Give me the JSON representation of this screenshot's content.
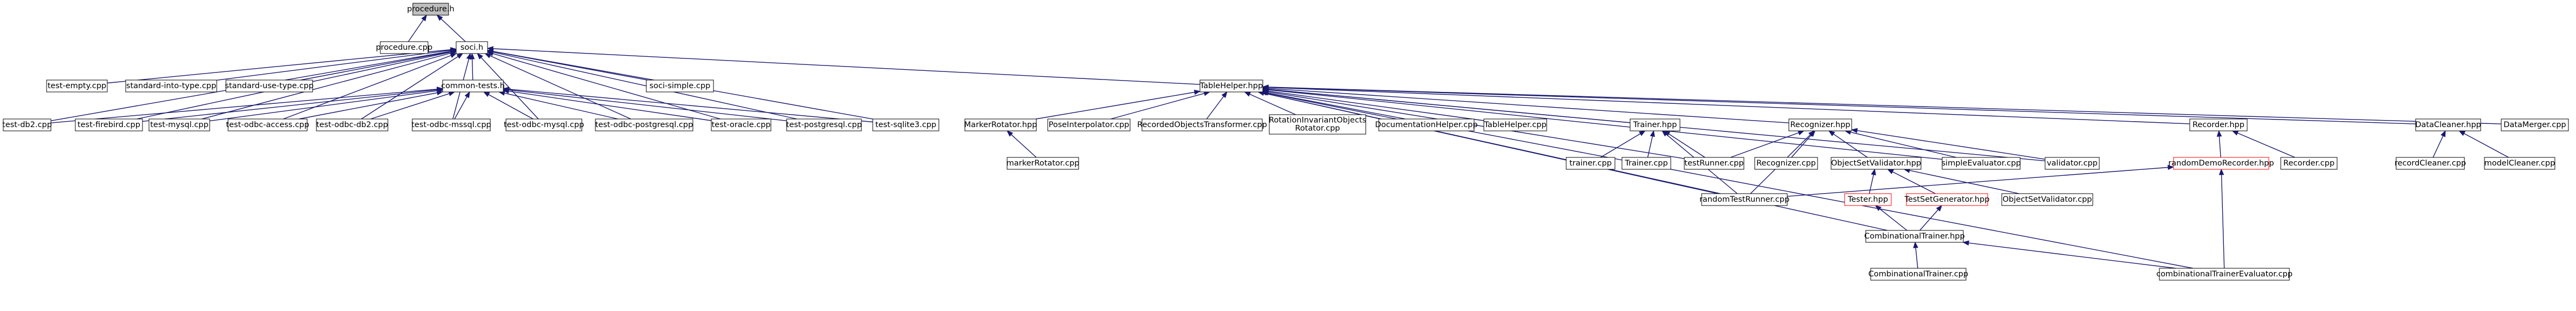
{
  "graph": {
    "colors": {
      "edge": "#191970",
      "node_border": "#000000",
      "node_fill": "#ffffff",
      "root_fill": "#bfbfbf",
      "incomplete_border": "#ff0000"
    },
    "nodes": [
      {
        "id": "procedure_h",
        "label": "procedure.h",
        "style": "root"
      },
      {
        "id": "procedure_cpp",
        "label": "procedure.cpp"
      },
      {
        "id": "soci_h",
        "label": "soci.h"
      },
      {
        "id": "test_empty",
        "label": "test-empty.cpp"
      },
      {
        "id": "std_into",
        "label": "standard-into-type.cpp"
      },
      {
        "id": "std_use",
        "label": "standard-use-type.cpp"
      },
      {
        "id": "common_tests",
        "label": "common-tests.h"
      },
      {
        "id": "soci_simple",
        "label": "soci-simple.cpp"
      },
      {
        "id": "test_db2",
        "label": "test-db2.cpp"
      },
      {
        "id": "test_firebird",
        "label": "test-firebird.cpp"
      },
      {
        "id": "test_mysql",
        "label": "test-mysql.cpp"
      },
      {
        "id": "test_odbc_access",
        "label": "test-odbc-access.cpp"
      },
      {
        "id": "test_odbc_db2",
        "label": "test-odbc-db2.cpp"
      },
      {
        "id": "test_odbc_mssql",
        "label": "test-odbc-mssql.cpp"
      },
      {
        "id": "test_odbc_mysql",
        "label": "test-odbc-mysql.cpp"
      },
      {
        "id": "test_odbc_pg",
        "label": "test-odbc-postgresql.cpp"
      },
      {
        "id": "test_oracle",
        "label": "test-oracle.cpp"
      },
      {
        "id": "test_pg",
        "label": "test-postgresql.cpp"
      },
      {
        "id": "test_sqlite3",
        "label": "test-sqlite3.cpp"
      },
      {
        "id": "tablehelper_hpp",
        "label": "TableHelper.hpp"
      },
      {
        "id": "markerrotator_hpp",
        "label": "MarkerRotator.hpp"
      },
      {
        "id": "markerrotator_cpp",
        "label": "markerRotator.cpp"
      },
      {
        "id": "poseinterpolator",
        "label": "PoseInterpolator.cpp"
      },
      {
        "id": "recorded_transformer",
        "label": "RecordedObjectsTransformer.cpp"
      },
      {
        "id": "rotation_invariant",
        "label": [
          "RotationInvariantObjects",
          "Rotator.cpp"
        ]
      },
      {
        "id": "documentation_helper",
        "label": "DocumentationHelper.cpp"
      },
      {
        "id": "tablehelper_cpp",
        "label": "TableHelper.cpp"
      },
      {
        "id": "trainer_hpp",
        "label": "Trainer.hpp"
      },
      {
        "id": "trainer_lc",
        "label": "trainer.cpp"
      },
      {
        "id": "trainer_uc",
        "label": "Trainer.cpp"
      },
      {
        "id": "testrunner",
        "label": "testRunner.cpp"
      },
      {
        "id": "recognizer_hpp",
        "label": "Recognizer.hpp"
      },
      {
        "id": "recognizer_cpp",
        "label": "Recognizer.cpp"
      },
      {
        "id": "osv_hpp",
        "label": "ObjectSetValidator.hpp"
      },
      {
        "id": "simple_evaluator",
        "label": "simpleEvaluator.cpp"
      },
      {
        "id": "validator",
        "label": "validator.cpp"
      },
      {
        "id": "tester_hpp",
        "label": "Tester.hpp",
        "style": "incomplete"
      },
      {
        "id": "tsg_hpp",
        "label": "TestSetGenerator.hpp",
        "style": "incomplete"
      },
      {
        "id": "osv_cpp",
        "label": "ObjectSetValidator.cpp"
      },
      {
        "id": "random_test_runner",
        "label": "randomTestRunner.cpp"
      },
      {
        "id": "combinational_hpp",
        "label": "CombinationalTrainer.hpp"
      },
      {
        "id": "combinational_cpp",
        "label": "CombinationalTrainer.cpp"
      },
      {
        "id": "combinational_eval",
        "label": "combinationalTrainerEvaluator.cpp"
      },
      {
        "id": "recorder_hpp",
        "label": "Recorder.hpp"
      },
      {
        "id": "random_demo_recorder",
        "label": "randomDemoRecorder.hpp",
        "style": "incomplete"
      },
      {
        "id": "recorder_cpp",
        "label": "Recorder.cpp"
      },
      {
        "id": "datacleaner_hpp",
        "label": "DataCleaner.hpp"
      },
      {
        "id": "recordcleaner",
        "label": "recordCleaner.cpp"
      },
      {
        "id": "modelcleaner",
        "label": "modelCleaner.cpp"
      },
      {
        "id": "datamerger",
        "label": "DataMerger.cpp"
      }
    ],
    "edges": [
      [
        "procedure_cpp",
        "procedure_h"
      ],
      [
        "soci_h",
        "procedure_h"
      ],
      [
        "test_empty",
        "soci_h"
      ],
      [
        "std_into",
        "soci_h"
      ],
      [
        "std_use",
        "soci_h"
      ],
      [
        "common_tests",
        "soci_h"
      ],
      [
        "soci_simple",
        "soci_h"
      ],
      [
        "tablehelper_hpp",
        "soci_h"
      ],
      [
        "test_db2",
        "soci_h"
      ],
      [
        "test_firebird",
        "soci_h"
      ],
      [
        "test_mysql",
        "soci_h"
      ],
      [
        "test_odbc_access",
        "soci_h"
      ],
      [
        "test_odbc_db2",
        "soci_h"
      ],
      [
        "test_odbc_mssql",
        "soci_h"
      ],
      [
        "test_odbc_mysql",
        "soci_h"
      ],
      [
        "test_odbc_pg",
        "soci_h"
      ],
      [
        "test_oracle",
        "soci_h"
      ],
      [
        "test_pg",
        "soci_h"
      ],
      [
        "test_sqlite3",
        "soci_h"
      ],
      [
        "test_db2",
        "common_tests"
      ],
      [
        "test_firebird",
        "common_tests"
      ],
      [
        "test_mysql",
        "common_tests"
      ],
      [
        "test_odbc_access",
        "common_tests"
      ],
      [
        "test_odbc_db2",
        "common_tests"
      ],
      [
        "test_odbc_mssql",
        "common_tests"
      ],
      [
        "test_odbc_mysql",
        "common_tests"
      ],
      [
        "test_odbc_pg",
        "common_tests"
      ],
      [
        "test_oracle",
        "common_tests"
      ],
      [
        "test_pg",
        "common_tests"
      ],
      [
        "test_sqlite3",
        "common_tests"
      ],
      [
        "markerrotator_hpp",
        "tablehelper_hpp"
      ],
      [
        "poseinterpolator",
        "tablehelper_hpp"
      ],
      [
        "recorded_transformer",
        "tablehelper_hpp"
      ],
      [
        "rotation_invariant",
        "tablehelper_hpp"
      ],
      [
        "documentation_helper",
        "tablehelper_hpp"
      ],
      [
        "tablehelper_cpp",
        "tablehelper_hpp"
      ],
      [
        "trainer_hpp",
        "tablehelper_hpp"
      ],
      [
        "testrunner",
        "tablehelper_hpp"
      ],
      [
        "recognizer_hpp",
        "tablehelper_hpp"
      ],
      [
        "simple_evaluator",
        "tablehelper_hpp"
      ],
      [
        "validator",
        "tablehelper_hpp"
      ],
      [
        "recorder_hpp",
        "tablehelper_hpp"
      ],
      [
        "datacleaner_hpp",
        "tablehelper_hpp"
      ],
      [
        "datamerger",
        "tablehelper_hpp"
      ],
      [
        "random_test_runner",
        "tablehelper_hpp"
      ],
      [
        "combinational_hpp",
        "tablehelper_hpp"
      ],
      [
        "combinational_eval",
        "tablehelper_hpp"
      ],
      [
        "markerrotator_cpp",
        "markerrotator_hpp"
      ],
      [
        "trainer_lc",
        "trainer_hpp"
      ],
      [
        "trainer_uc",
        "trainer_hpp"
      ],
      [
        "testrunner",
        "trainer_hpp"
      ],
      [
        "random_test_runner",
        "trainer_hpp"
      ],
      [
        "testrunner",
        "recognizer_hpp"
      ],
      [
        "recognizer_cpp",
        "recognizer_hpp"
      ],
      [
        "osv_hpp",
        "recognizer_hpp"
      ],
      [
        "simple_evaluator",
        "recognizer_hpp"
      ],
      [
        "validator",
        "recognizer_hpp"
      ],
      [
        "random_test_runner",
        "recognizer_hpp"
      ],
      [
        "tester_hpp",
        "osv_hpp"
      ],
      [
        "tsg_hpp",
        "osv_hpp"
      ],
      [
        "osv_cpp",
        "osv_hpp"
      ],
      [
        "combinational_hpp",
        "tester_hpp"
      ],
      [
        "combinational_hpp",
        "tsg_hpp"
      ],
      [
        "combinational_cpp",
        "combinational_hpp"
      ],
      [
        "combinational_eval",
        "combinational_hpp"
      ],
      [
        "random_demo_recorder",
        "recorder_hpp"
      ],
      [
        "recorder_cpp",
        "recorder_hpp"
      ],
      [
        "random_test_runner",
        "random_demo_recorder"
      ],
      [
        "combinational_eval",
        "random_demo_recorder"
      ],
      [
        "recordcleaner",
        "datacleaner_hpp"
      ],
      [
        "modelcleaner",
        "datacleaner_hpp"
      ]
    ]
  }
}
